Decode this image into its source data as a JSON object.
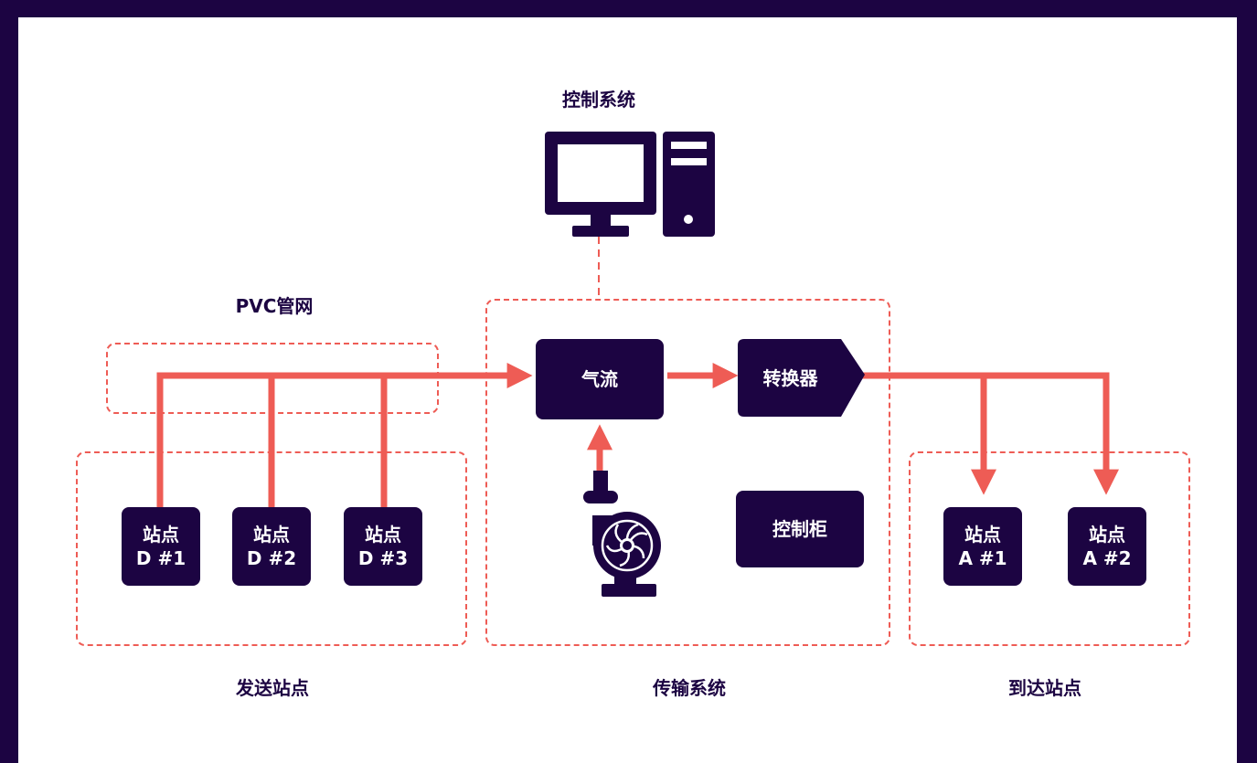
{
  "labels": {
    "control_system": "控制系统",
    "pvc_network": "PVC管网",
    "send_stations": "发送站点",
    "transmission_system": "传输系统",
    "arrival_stations": "到达站点"
  },
  "transmission": {
    "airflow": "气流",
    "converter": "转换器",
    "control_cabinet": "控制柜"
  },
  "send_stations": [
    {
      "line1": "站点",
      "line2": "D #1"
    },
    {
      "line1": "站点",
      "line2": "D #2"
    },
    {
      "line1": "站点",
      "line2": "D #3"
    }
  ],
  "arrival_stations": [
    {
      "line1": "站点",
      "line2": "A #1"
    },
    {
      "line1": "站点",
      "line2": "A #2"
    }
  ],
  "colors": {
    "background_frame": "#1c0442",
    "node_fill": "#1c0442",
    "flow_line": "#ee5c55",
    "dashed_border": "#ee5c55",
    "canvas": "#ffffff"
  },
  "icons": {
    "computer": "desktop-computer-icon",
    "blower": "air-blower-pump-icon"
  }
}
